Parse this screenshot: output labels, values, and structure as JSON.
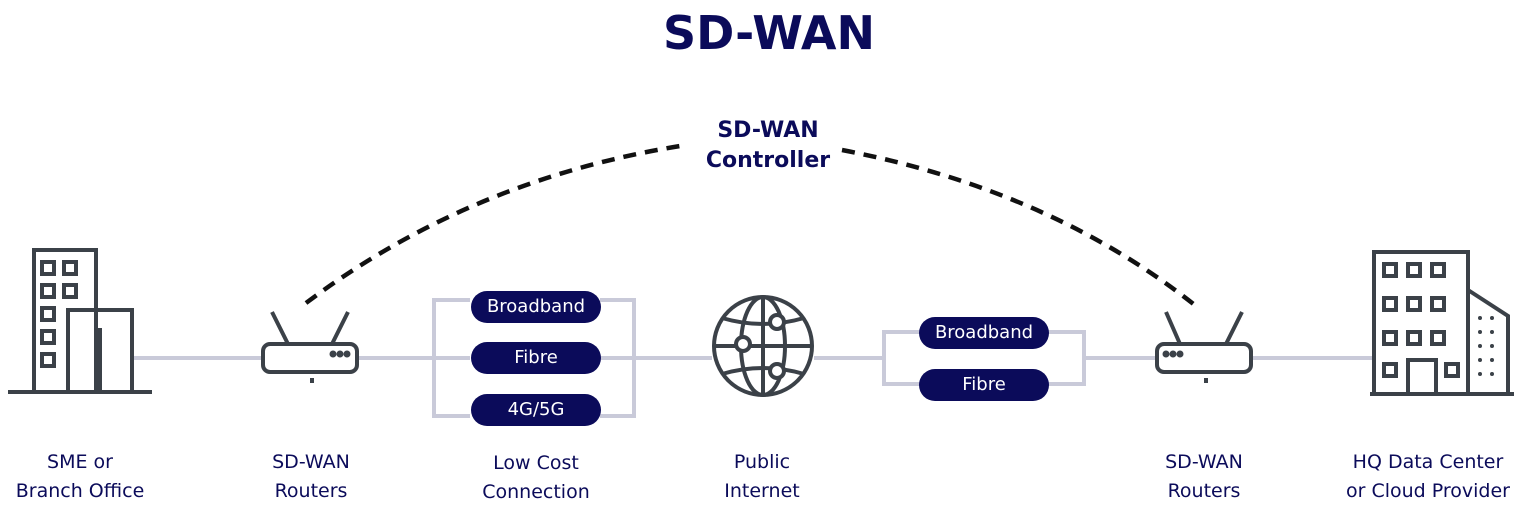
{
  "title": "SD-WAN",
  "controller": {
    "line1": "SD-WAN",
    "line2": "Controller"
  },
  "left_connections": [
    "Broadband",
    "Fibre",
    "4G/5G"
  ],
  "right_connections": [
    "Broadband",
    "Fibre"
  ],
  "labels": {
    "branch": [
      "SME or",
      "Branch Office"
    ],
    "left_routers": [
      "SD-WAN",
      "Routers"
    ],
    "low_cost": [
      "Low Cost",
      "Connection"
    ],
    "internet": [
      "Public",
      "Internet"
    ],
    "right_routers": [
      "SD-WAN",
      "Routers"
    ],
    "hq": [
      "HQ Data Center",
      "or Cloud Provider"
    ]
  },
  "colors": {
    "navy": "#0b0b5a",
    "icon": "#3b4148",
    "line": "#c9cad9",
    "dash": "#111111"
  },
  "icons": [
    "building-icon",
    "router-icon",
    "globe-icon",
    "router-icon",
    "office-building-icon"
  ]
}
